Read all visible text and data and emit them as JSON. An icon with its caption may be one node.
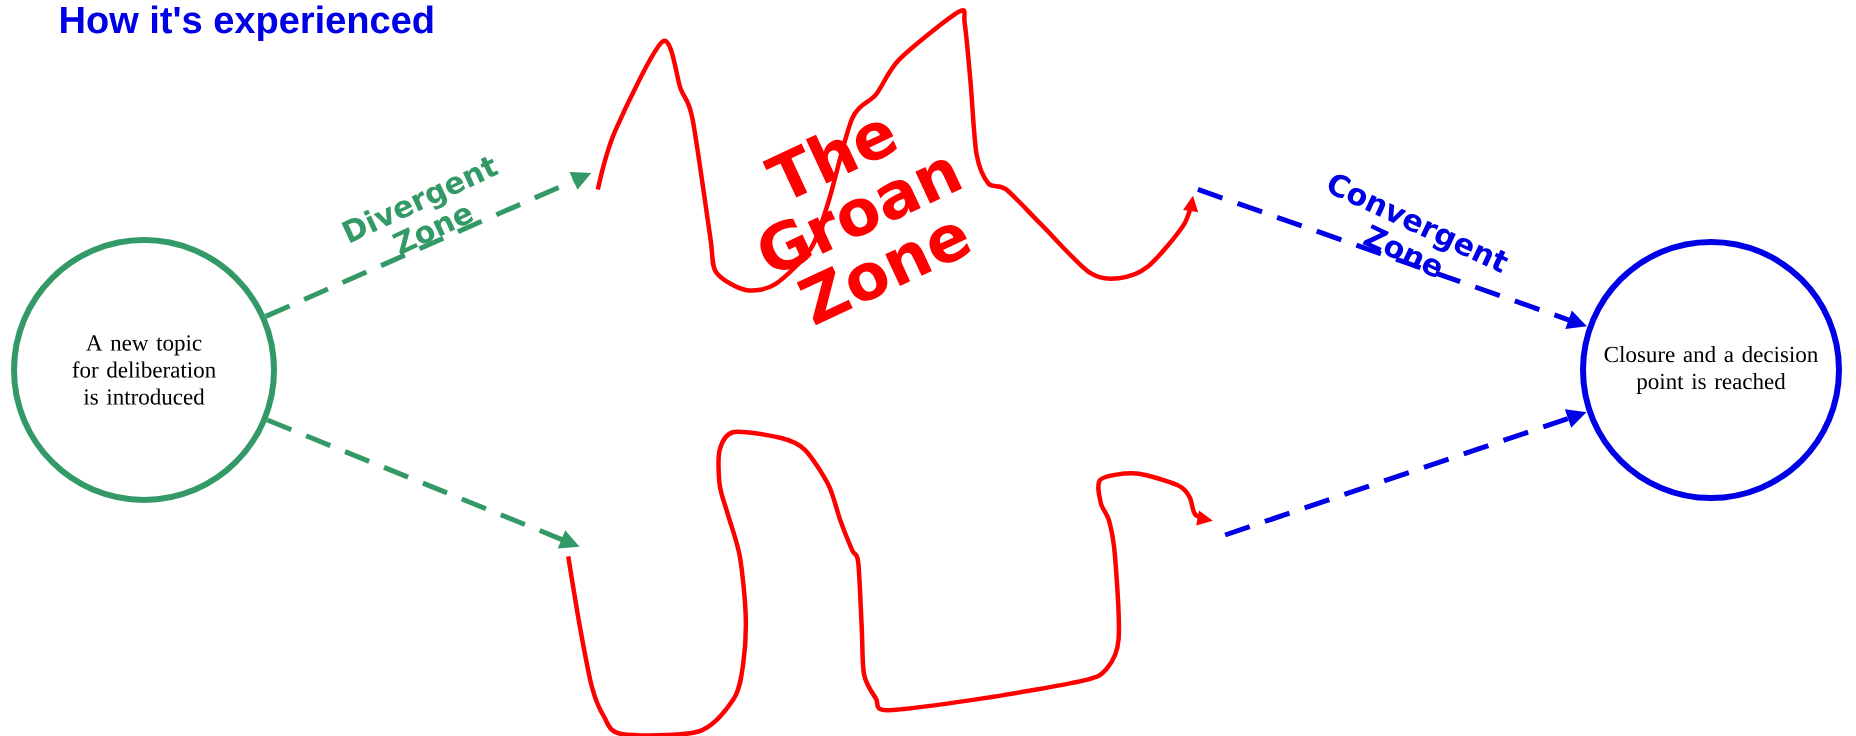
{
  "diagram": {
    "title": "How it's experienced",
    "nodes": [
      {
        "text": [
          "A new topic for deliberation is introduced"
        ]
      },
      {
        "text": [
          "Closure and a decision point is reached"
        ]
      }
    ],
    "edges": [
      {
        "from": 0,
        "to": null,
        "arrow": "to",
        "style": "dashed",
        "color": "#339966"
      },
      {
        "from": 0,
        "to": null,
        "arrow": "to",
        "style": "dashed",
        "color": "#339966"
      },
      {
        "from": null,
        "to": 1,
        "arrow": "to",
        "style": "dashed",
        "color": "#0000e6"
      },
      {
        "from": null,
        "to": 1,
        "arrow": "to",
        "style": "dashed",
        "color": "#0000e6"
      }
    ],
    "labels": [
      "Divergent Zone",
      "The Groan Zone",
      "Convergent Zone"
    ]
  }
}
